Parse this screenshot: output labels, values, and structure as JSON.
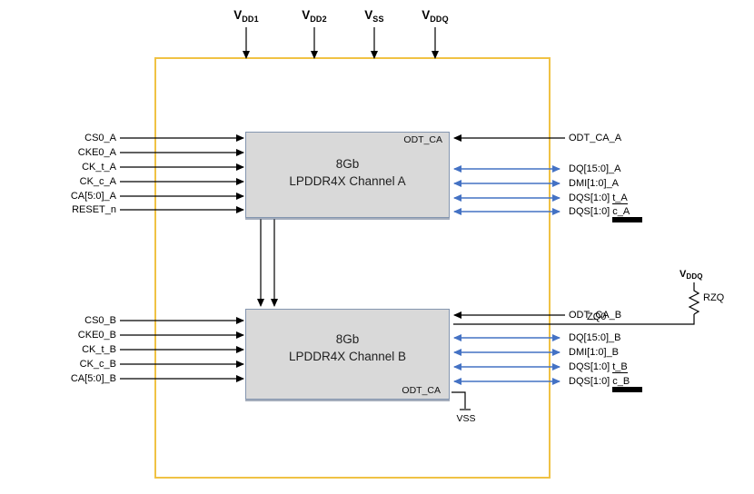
{
  "power": {
    "pins": [
      {
        "prefix": "V",
        "sub": "DD1"
      },
      {
        "prefix": "V",
        "sub": "DD2"
      },
      {
        "prefix": "V",
        "sub": "SS"
      },
      {
        "prefix": "V",
        "sub": "DDQ"
      }
    ]
  },
  "channel_a": {
    "size": "8Gb",
    "name": "LPDDR4X Channel A",
    "odt_corner": "ODT_CA",
    "inputs": [
      "CS0_A",
      "CKE0_A",
      "CK_t_A",
      "CK_c_A",
      "CA[5:0]_A",
      "RESET_n"
    ],
    "odt_signal": "ODT_CA_A",
    "data_signals": [
      "DQ[15:0]_A",
      "DMI[1:0]_A"
    ],
    "dqs_t": {
      "base": "DQS[1:0]",
      "suffix": "t_A"
    },
    "dqs_c": {
      "base": "DQS[1:0]",
      "suffix": "c_A"
    }
  },
  "channel_b": {
    "size": "8Gb",
    "name": "LPDDR4X Channel B",
    "odt_corner": "ODT_CA",
    "inputs": [
      "CS0_B",
      "CKE0_B",
      "CK_t_B",
      "CK_c_B",
      "CA[5:0]_B"
    ],
    "odt_signal": "ODT_CA_B",
    "data_signals": [
      "DQ[15:0]_B",
      "DMI[1:0]_B"
    ],
    "dqs_t": {
      "base": "DQS[1:0]",
      "suffix": "t_B"
    },
    "dqs_c": {
      "base": "DQS[1:0]",
      "suffix": "c_B"
    }
  },
  "zq": {
    "pin": "ZQ0",
    "resistor": "RZQ",
    "supply": {
      "prefix": "V",
      "sub": "DDQ"
    }
  },
  "ground": {
    "label": "VSS"
  },
  "colors": {
    "data_bus": "#4472c4",
    "chip_border": "#f0c244",
    "block_fill": "#d9d9d9"
  }
}
